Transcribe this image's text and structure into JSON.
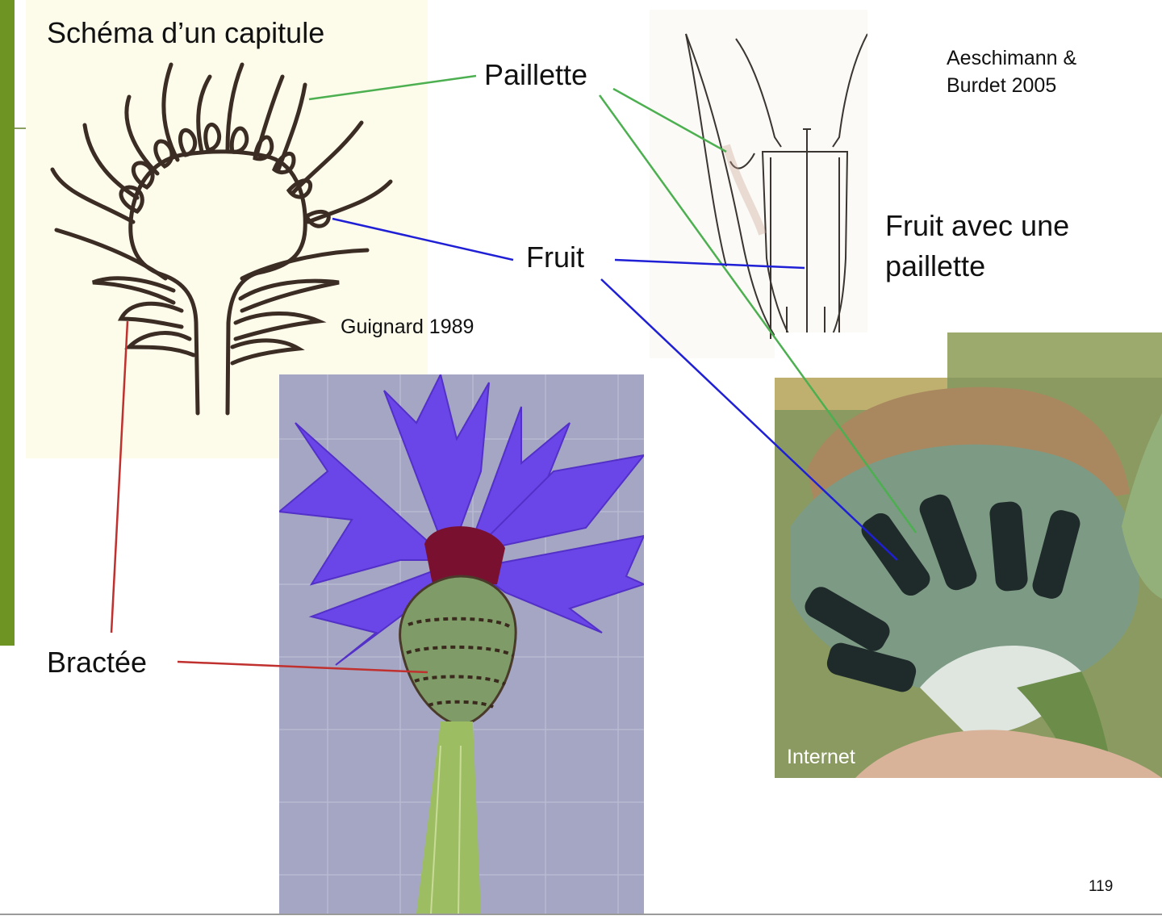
{
  "slide": {
    "title": "Schéma d’un capitule",
    "page_number": "119"
  },
  "labels": {
    "paillette": "Paillette",
    "fruit": "Fruit",
    "bractee": "Bractée",
    "fruit_caption": [
      "Fruit avec une",
      "paillette"
    ]
  },
  "credits": {
    "guignard": "Guignard 1989",
    "aeschimann": [
      "Aeschimann &",
      "Burdet 2005"
    ],
    "internet": "Internet"
  },
  "colors": {
    "accent_bar": "#6e9424",
    "paillette_line": "#4caf50",
    "fruit_line": "#1f1fd6",
    "bractee_line": "#c0302e"
  }
}
